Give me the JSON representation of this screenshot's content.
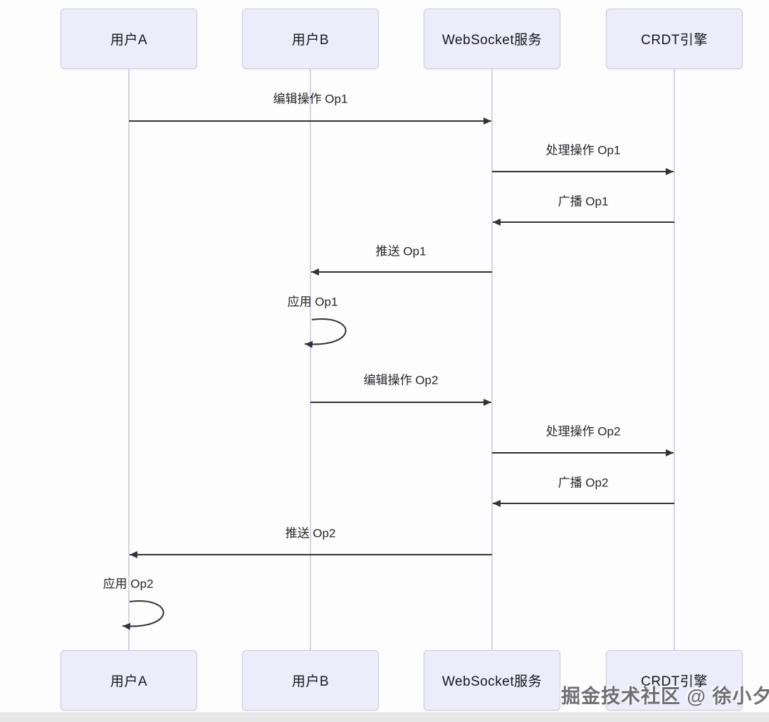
{
  "diagram": {
    "type": "sequence-diagram",
    "topic": "CRDT collaborative editing over WebSocket",
    "actors": [
      "用户A",
      "用户B",
      "WebSocket服务",
      "CRDT引擎"
    ],
    "messages": [
      {
        "from": "用户A",
        "to": "WebSocket服务",
        "label": "编辑操作 Op1",
        "style": "solid-arrow"
      },
      {
        "from": "WebSocket服务",
        "to": "CRDT引擎",
        "label": "处理操作 Op1",
        "style": "solid-arrow"
      },
      {
        "from": "CRDT引擎",
        "to": "WebSocket服务",
        "label": "广播 Op1",
        "style": "solid-arrow"
      },
      {
        "from": "WebSocket服务",
        "to": "用户B",
        "label": "推送 Op1",
        "style": "solid-arrow"
      },
      {
        "from": "用户B",
        "to": "用户B",
        "label": "应用 Op1",
        "style": "self-loop"
      },
      {
        "from": "用户B",
        "to": "WebSocket服务",
        "label": "编辑操作 Op2",
        "style": "solid-arrow"
      },
      {
        "from": "WebSocket服务",
        "to": "CRDT引擎",
        "label": "处理操作 Op2",
        "style": "solid-arrow"
      },
      {
        "from": "CRDT引擎",
        "to": "WebSocket服务",
        "label": "广播 Op2",
        "style": "solid-arrow"
      },
      {
        "from": "WebSocket服务",
        "to": "用户A",
        "label": "推送 Op2",
        "style": "solid-arrow"
      },
      {
        "from": "用户A",
        "to": "用户A",
        "label": "应用 Op2",
        "style": "self-loop"
      }
    ],
    "colors": {
      "actor_fill": "#ececfa",
      "actor_border": "#c9c9e6",
      "lifeline": "#d6d2ea",
      "arrow": "#333333",
      "text": "#26262c"
    }
  },
  "watermark": {
    "text": "掘金技术社区 @ 徐小夕"
  }
}
